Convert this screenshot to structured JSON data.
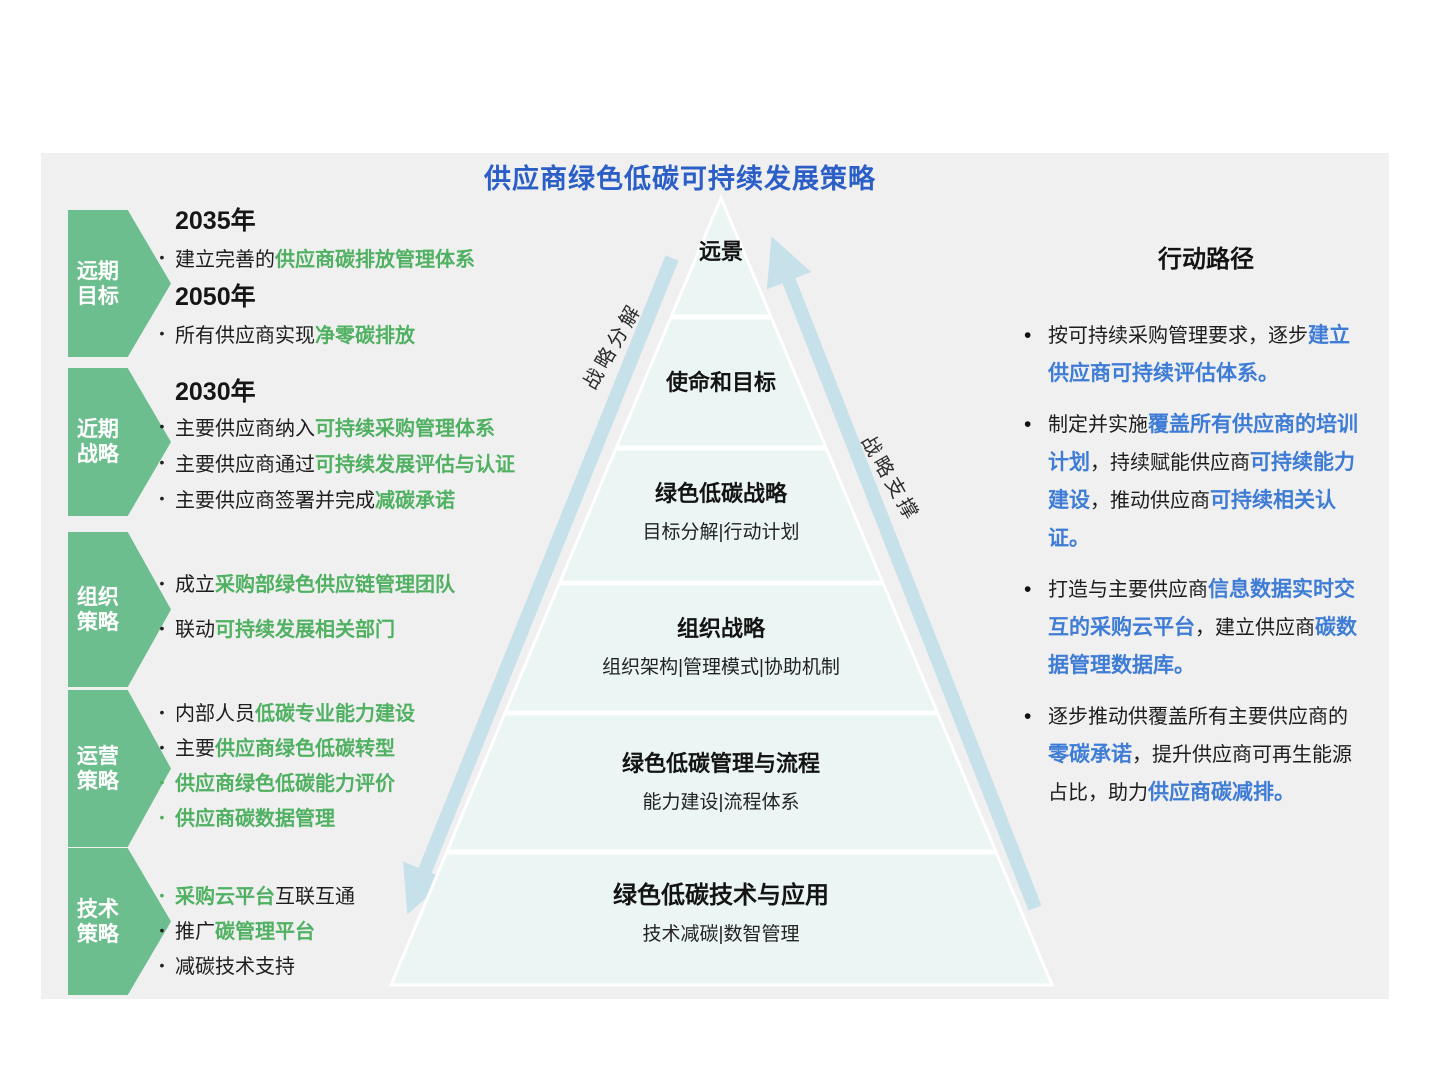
{
  "title": "供应商绿色低碳可持续发展策略",
  "colors": {
    "title_blue": "#2B5FC7",
    "highlight_blue": "#3E7CD6",
    "highlight_green": "#50B162",
    "chevron_green": "#6CBE8E",
    "pyramid_fill": "#EBF5F4",
    "arrow_blue": "#C6E1EA",
    "slide_background": "#F0F0F0"
  },
  "left_sections": [
    {
      "tag_lines": [
        "远期",
        "目标"
      ],
      "items": [
        {
          "year": "2035年"
        },
        {
          "segments": [
            {
              "t": "建立完善的",
              "c": "k"
            },
            {
              "t": "供应商碳排放管理体系",
              "c": "g"
            }
          ]
        },
        {
          "year": "2050年"
        },
        {
          "segments": [
            {
              "t": "所有供应商实现",
              "c": "k"
            },
            {
              "t": "净零碳排放",
              "c": "g"
            }
          ]
        }
      ]
    },
    {
      "tag_lines": [
        "近期",
        "战略"
      ],
      "items": [
        {
          "year": "2030年"
        },
        {
          "segments": [
            {
              "t": "主要供应商纳入",
              "c": "k"
            },
            {
              "t": "可持续采购管理体系",
              "c": "g"
            }
          ]
        },
        {
          "segments": [
            {
              "t": "主要供应商通过",
              "c": "k"
            },
            {
              "t": "可持续发展评估与认证",
              "c": "g"
            }
          ]
        },
        {
          "segments": [
            {
              "t": "主要供应商签署并完成",
              "c": "k"
            },
            {
              "t": "减碳承诺",
              "c": "g"
            }
          ]
        }
      ]
    },
    {
      "tag_lines": [
        "组织",
        "策略"
      ],
      "items": [
        {
          "segments": [
            {
              "t": "成立",
              "c": "k"
            },
            {
              "t": "采购部绿色供应链管理团队",
              "c": "g"
            }
          ]
        },
        {
          "segments": [
            {
              "t": "联动",
              "c": "k"
            },
            {
              "t": "可持续发展相关部门",
              "c": "g"
            }
          ]
        }
      ]
    },
    {
      "tag_lines": [
        "运营",
        "策略"
      ],
      "items": [
        {
          "segments": [
            {
              "t": "内部人员",
              "c": "k"
            },
            {
              "t": "低碳专业能力建设",
              "c": "g"
            }
          ]
        },
        {
          "segments": [
            {
              "t": "主要",
              "c": "k"
            },
            {
              "t": "供应商绿色低碳转型",
              "c": "g"
            }
          ]
        },
        {
          "segments": [
            {
              "t": "供应商绿色低碳能力评价",
              "c": "g"
            }
          ]
        },
        {
          "segments": [
            {
              "t": "供应商碳数据管理",
              "c": "g"
            }
          ]
        }
      ]
    },
    {
      "tag_lines": [
        "技术",
        "策略"
      ],
      "items": [
        {
          "segments": [
            {
              "t": "采购云平台",
              "c": "g"
            },
            {
              "t": "互联互通",
              "c": "k"
            }
          ]
        },
        {
          "segments": [
            {
              "t": "推广",
              "c": "k"
            },
            {
              "t": "碳管理平台",
              "c": "g"
            }
          ]
        },
        {
          "segments": [
            {
              "t": "减碳技术支持",
              "c": "k"
            }
          ]
        }
      ]
    }
  ],
  "pyramid": {
    "levels": [
      {
        "title": "远景",
        "subtitle": ""
      },
      {
        "title": "使命和目标",
        "subtitle": ""
      },
      {
        "title": "绿色低碳战略",
        "subtitle": "目标分解|行动计划"
      },
      {
        "title": "组织战略",
        "subtitle": "组织架构|管理模式|协助机制"
      },
      {
        "title": "绿色低碳管理与流程",
        "subtitle": "能力建设|流程体系"
      },
      {
        "title": "绿色低碳技术与应用",
        "subtitle": "技术减碳|数智管理"
      }
    ]
  },
  "side_labels": {
    "left": "战略分解",
    "right": "战略支撑"
  },
  "action_path": {
    "title": "行动路径",
    "bullets": [
      {
        "segments": [
          {
            "t": "按可持续采购管理要求，逐步",
            "c": "k"
          },
          {
            "t": "建立供应商可持续评估体系。",
            "c": "b"
          }
        ]
      },
      {
        "segments": [
          {
            "t": "制定并实施",
            "c": "k"
          },
          {
            "t": "覆盖所有供应商的培训计划",
            "c": "b"
          },
          {
            "t": "，持续赋能供应商",
            "c": "k"
          },
          {
            "t": "可持续能力建设",
            "c": "b"
          },
          {
            "t": "，推动供应商",
            "c": "k"
          },
          {
            "t": "可持续相关认证。",
            "c": "b"
          }
        ]
      },
      {
        "segments": [
          {
            "t": "打造与主要供应商",
            "c": "k"
          },
          {
            "t": "信息数据实时交互的采购云平台",
            "c": "b"
          },
          {
            "t": "，建立供应商",
            "c": "k"
          },
          {
            "t": "碳数据管理数据库。",
            "c": "b"
          }
        ]
      },
      {
        "segments": [
          {
            "t": "逐步推动供覆盖所有主要供应商的",
            "c": "k"
          },
          {
            "t": "零碳承诺",
            "c": "b"
          },
          {
            "t": "，提升供应商可再生能源占比，助力",
            "c": "k"
          },
          {
            "t": "供应商碳减排。",
            "c": "b"
          }
        ]
      }
    ]
  }
}
